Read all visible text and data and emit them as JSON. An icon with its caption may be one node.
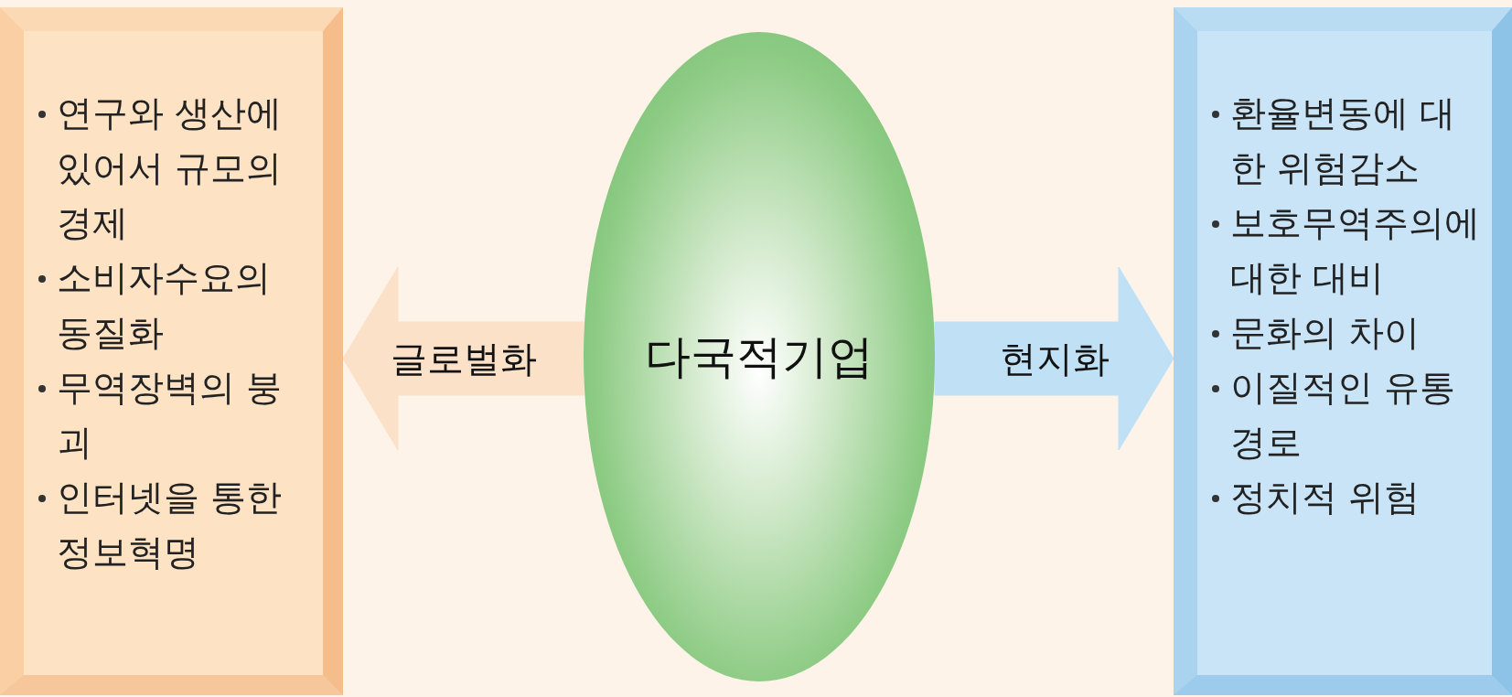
{
  "diagram": {
    "nodes": [
      {
        "text": [
          "연구와 생산에 있어서 규모의 경제",
          "소비자수요의 동질화",
          "무역장벽의 붕괴",
          "인터넷을 통한 정보혁명"
        ]
      },
      {
        "text": [
          "다국적기업"
        ]
      },
      {
        "text": [
          "환율변동에 대한 위험감소",
          "보호무역주의에 대한 대비",
          "문화의 차이",
          "이질적인 유통경로",
          "정치적 위험"
        ]
      }
    ],
    "edges": [
      {
        "from": 1,
        "to": 0,
        "arrow": "to",
        "label": "글로벌화",
        "color": "#fbe1c8"
      },
      {
        "from": 1,
        "to": 2,
        "arrow": "to",
        "label": "현지화",
        "color": "#bfe0f5"
      }
    ]
  }
}
